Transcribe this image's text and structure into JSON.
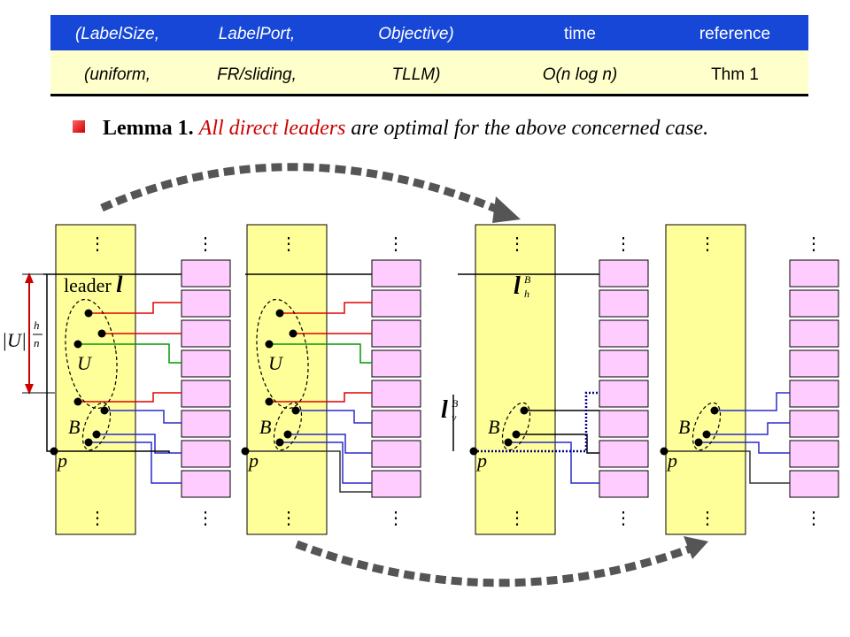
{
  "table": {
    "headers": [
      "(LabelSize,",
      "LabelPort,",
      "Objective)",
      "time",
      "reference"
    ],
    "row": [
      "(uniform,",
      "FR/sliding,",
      "TLLM)",
      "O(n log n)",
      "Thm 1"
    ]
  },
  "lemma": {
    "label": "Lemma 1.",
    "statement_red": "All direct leaders",
    "statement_black": "are optimal for the above concerned case."
  },
  "diagram": {
    "leader_label": "leader",
    "leader_symbol": "l",
    "set_U": "U",
    "set_B": "B",
    "point_p": "p",
    "abs_U": "|U|",
    "frac_num": "h",
    "frac_den": "n",
    "l_h": "l",
    "l_h_sup": "B",
    "l_h_sub": "h",
    "l_v": "l",
    "l_v_sup": "B",
    "l_v_sub": "v",
    "ellipsis": "⋮"
  },
  "colors": {
    "header_bg": "#1747d6",
    "row_bg": "#ffffcc",
    "panel": "#ffff99",
    "label_box": "#ffccff",
    "red": "#e00000",
    "green": "#009900",
    "blue": "#2a2acc",
    "arrow": "#555555"
  }
}
